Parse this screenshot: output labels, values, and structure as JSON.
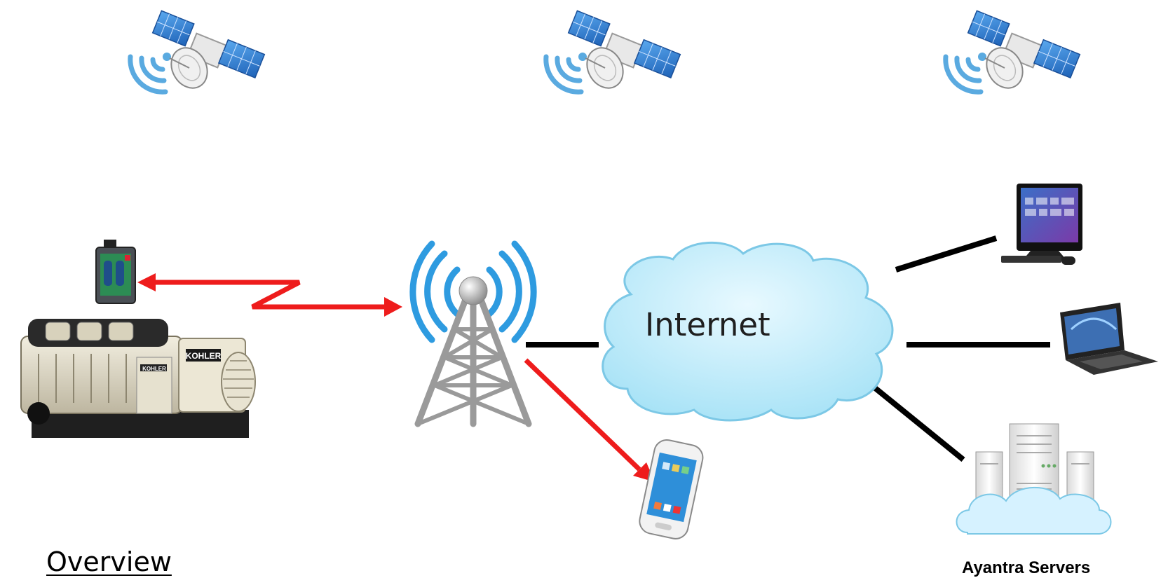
{
  "labels": {
    "internet": "Internet",
    "overview": "Overview",
    "servers": "Ayantra Servers",
    "generator_brand": "KOHLER",
    "generator_brand_small": "KOHLER"
  },
  "colors": {
    "wireless_link": "#ee1c1c",
    "wired_link": "#000000",
    "cloud_fill": "#b8eaf9",
    "cloud_stroke": "#7cc8e6",
    "signal_blue": "#3e9fdc",
    "satellite_panel": "#2f7fd4",
    "tower_gray": "#8a8a8a"
  },
  "icons": [
    "satellite-icon",
    "tower-icon",
    "cloud-icon",
    "generator-icon",
    "iot-device-icon",
    "smartphone-icon",
    "desktop-computer-icon",
    "laptop-icon",
    "server-cloud-icon"
  ]
}
